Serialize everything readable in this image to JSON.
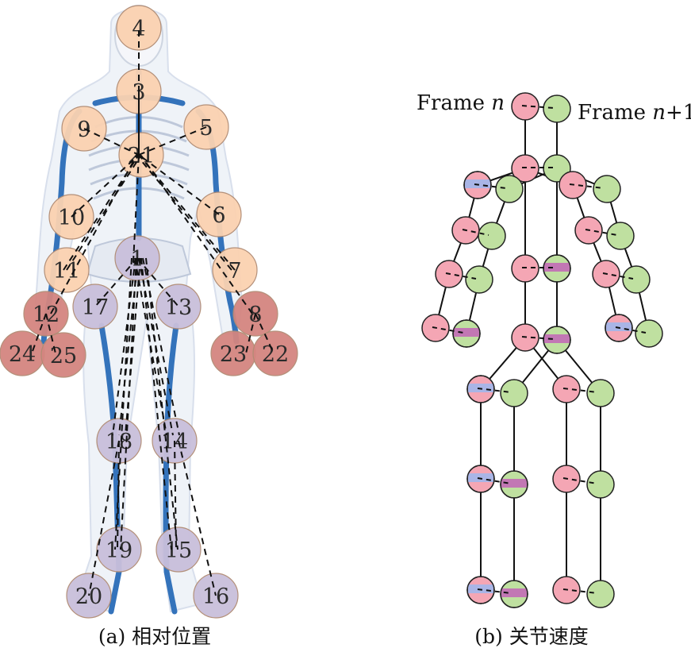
{
  "panel_a": {
    "caption": "(a) 相对位置",
    "joints": [
      {
        "id": "4",
        "group": "upper"
      },
      {
        "id": "3",
        "group": "upper"
      },
      {
        "id": "9",
        "group": "upper"
      },
      {
        "id": "5",
        "group": "upper"
      },
      {
        "id": "21",
        "group": "upper"
      },
      {
        "id": "10",
        "group": "upper"
      },
      {
        "id": "6",
        "group": "upper"
      },
      {
        "id": "11",
        "group": "upper"
      },
      {
        "id": "7",
        "group": "upper"
      },
      {
        "id": "1",
        "group": "lower"
      },
      {
        "id": "17",
        "group": "lower"
      },
      {
        "id": "13",
        "group": "lower"
      },
      {
        "id": "12",
        "group": "hand"
      },
      {
        "id": "8",
        "group": "hand"
      },
      {
        "id": "24",
        "group": "hand"
      },
      {
        "id": "25",
        "group": "hand"
      },
      {
        "id": "23",
        "group": "hand"
      },
      {
        "id": "22",
        "group": "hand"
      },
      {
        "id": "18",
        "group": "lower"
      },
      {
        "id": "14",
        "group": "lower"
      },
      {
        "id": "19",
        "group": "lower"
      },
      {
        "id": "15",
        "group": "lower"
      },
      {
        "id": "20",
        "group": "lower"
      },
      {
        "id": "16",
        "group": "lower"
      }
    ],
    "colors": {
      "upper": "#fbd2b1",
      "lower": "#c9bfdb",
      "hand": "#d48580",
      "bone": "#1f64b4"
    }
  },
  "panel_b": {
    "caption": "(b) 关节速度",
    "frame_n_label": {
      "prefix": "Frame ",
      "var": "n",
      "suffix": ""
    },
    "frame_n1_label": {
      "prefix": "Frame ",
      "var": "n",
      "suffix": "+1"
    },
    "colors": {
      "frame_n": "#f4a6b4",
      "frame_n1": "#bfe0a0",
      "highlight_blue": "#a9b5e6",
      "highlight_magenta": "#c277b4"
    }
  }
}
